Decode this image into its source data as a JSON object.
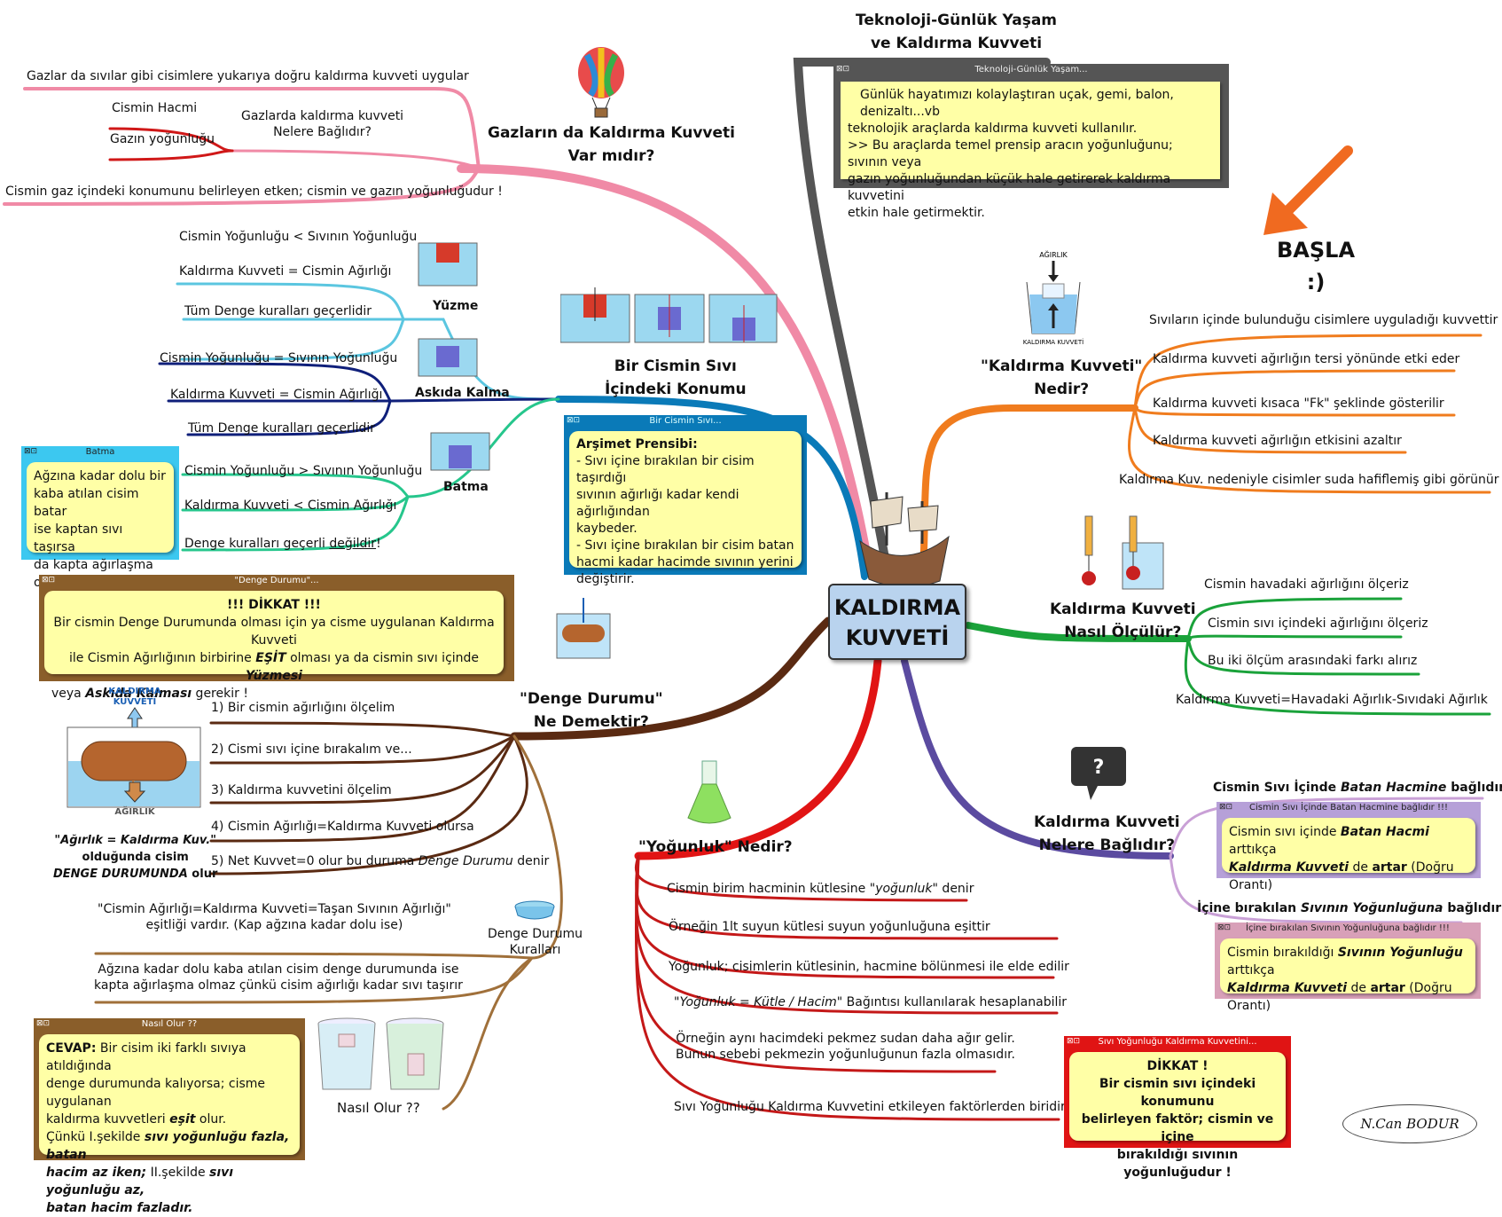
{
  "center": {
    "line1": "KALDIRMA",
    "line2": "KUVVETİ"
  },
  "start": {
    "label": "BAŞLA",
    "smiley": ":)"
  },
  "signature": "N.Can BODUR",
  "colors": {
    "pink": "#f08aa6",
    "gray": "#555555",
    "orange": "#f07c1e",
    "blue": "#0a7ab8",
    "green": "#1aa23a",
    "purple": "#5b4ba0",
    "red": "#e11414",
    "brown": "#5a2a12",
    "teal": "#5bc6e0",
    "navy": "#0f1f7a",
    "seagreen": "#26c68c",
    "lilac": "#c9a0d6",
    "ochre": "#a0703a",
    "darkred": "#c41818"
  },
  "gazlar": {
    "title1": "Gazların da Kaldırma Kuvveti",
    "title2": "Var mıdır?",
    "b1": "Gazlar da sıvılar gibi cisimlere yukarıya doğru kaldırma kuvveti uygular",
    "sub_title1": "Gazlarda kaldırma kuvveti",
    "sub_title2": "Nelere Bağlıdır?",
    "s1": "Cismin Hacmi",
    "s2": "Gazın yoğunluğu",
    "b3": "Cismin gaz içindeki konumunu belirleyen etken; cismin ve gazın yoğunluğudur !",
    "icon": "hot-air-balloon-icon"
  },
  "teknoloji": {
    "title1": "Teknoloji-Günlük Yaşam",
    "title2": "ve Kaldırma Kuvveti",
    "note_title": "Teknoloji-Günlük Yaşam...",
    "note1": "Günlük hayatımızı kolaylaştıran uçak, gemi, balon, denizaltı...vb",
    "note2": "teknolojik araçlarda kaldırma kuvveti kullanılır.",
    "note3": ">> Bu araçlarda temel prensip aracın yoğunluğunu; sıvının veya",
    "note4": "gazın yoğunluğundan küçük hale getirerek kaldırma kuvvetini",
    "note5": "etkin hale getirmektir.",
    "note6": "..."
  },
  "nedir": {
    "title1": "\"Kaldırma Kuvveti\"",
    "title2": "Nedir?",
    "fig_top": "AĞIRLIK",
    "fig_bottom": "KALDIRMA KUVVETİ",
    "items": [
      "Sıvıların içinde bulunduğu cisimlere uyguladığı kuvvettir",
      "Kaldırma kuvveti ağırlığın tersi yönünde etki eder",
      "Kaldırma kuvveti kısaca \"Fk\" şeklinde gösterilir",
      "Kaldırma kuvveti ağırlığın etkisini azaltır",
      "Kaldırma Kuv. nedeniyle cisimler suda hafiflemiş gibi görünür"
    ]
  },
  "konum": {
    "title1": "Bir Cismin Sıvı",
    "title2": "İçindeki Konumu",
    "yuzme": "Yüzme",
    "askida": "Askıda Kalma",
    "batma": "Batma",
    "y1": "Cismin Yoğunluğu < Sıvının Yoğunluğu",
    "y2": "Kaldırma Kuvveti = Cismin Ağırlığı",
    "y3": "Tüm Denge kuralları geçerlidir",
    "a1": "Cismin Yoğunluğu = Sıvının Yoğunluğu",
    "a2": "Kaldırma Kuvveti = Cismin Ağırlığı",
    "a3": "Tüm Denge kuralları geçerlidir",
    "t1": "Cismin Yoğunluğu > Sıvının Yoğunluğu",
    "t2": "Kaldırma Kuvveti < Cismin Ağırlığı",
    "t3a": "Denge kuralları geçerli ",
    "t3b": "değildir",
    "t3c": "!",
    "batma_note_title": "Batma",
    "batma_note": [
      "Ağzına kadar dolu bir",
      "kaba atılan cisim batar",
      "ise kaptan sıvı taşırsa",
      "da kapta ağırlaşma olur"
    ],
    "arsimet_title": "Bir Cismin Sıvı...",
    "arsimet_head": "Arşimet Prensibi:",
    "arsimet": [
      "- Sıvı içine bırakılan bir cisim taşırdığı",
      "sıvının ağırlığı kadar kendi ağırlığından",
      "kaybeder.",
      "- Sıvı içine bırakılan bir cisim batan",
      "hacmi kadar hacimde sıvının yerini",
      "değiştirir."
    ]
  },
  "olcum": {
    "title1": "Kaldırma Kuvveti",
    "title2": "Nasıl Ölçülür?",
    "items": [
      "Cismin havadaki ağırlığını ölçeriz",
      "Cismin sıvı içindeki ağırlığını ölçeriz",
      "Bu iki ölçüm arasındaki farkı alırız",
      "Kaldırma Kuvveti=Havadaki Ağırlık-Sıvıdaki Ağırlık"
    ]
  },
  "dikkat": {
    "note_title": "\"Denge Durumu\"...",
    "head": "!!! DİKKAT !!!",
    "l1": "Bir cismin Denge Durumunda olması için ya cisme uygulanan Kaldırma Kuvveti",
    "l2a": "ile Cismin Ağırlığının birbirine ",
    "l2b": "EŞİT",
    "l2c": " olması ya da cismin sıvı içinde ",
    "l2d": "Yüzmesi",
    "l3a": "veya ",
    "l3b": "Askıda Kalması",
    "l3c": " gerekir !"
  },
  "denge": {
    "title1": "\"Denge Durumu\"",
    "title2": "Ne Demektir?",
    "s1": "1) Bir cismin ağırlığını ölçelim",
    "s2": "2) Cismi sıvı içine bırakalım ve...",
    "s3": "3) Kaldırma kuvvetini ölçelim",
    "s4": "4) Cismin Ağırlığı=Kaldırma Kuvveti olursa",
    "s5a": "5) Net Kuvvet=0 olur bu duruma ",
    "s5b": "Denge Durumu",
    "s5c": " denir",
    "fig_kk1": "KALDIRMA",
    "fig_kk2": "KUVVETİ",
    "fig_ag": "AĞIRLIK",
    "cap1": "\"Ağırlık = Kaldırma Kuv.\"",
    "cap2": "olduğunda cisim",
    "cap3a": "DENGE DURUMUNDA",
    "cap3b": " olur",
    "small_fig": "kaldırma kuvveti"
  },
  "kurallar": {
    "title1": "Denge Durumu",
    "title2": "Kuralları",
    "k1a": "\"Cismin Ağırlığı=Kaldırma Kuvveti=Taşan Sıvının Ağırlığı\"",
    "k1b": "eşitliği vardır. (Kap ağzına kadar dolu ise)",
    "k2a": "Ağzına kadar dolu kaba atılan cisim denge durumunda ise",
    "k2b": "kapta ağırlaşma olmaz çünkü cisim ağırlığı kadar sıvı taşırır",
    "nasil": "Nasıl Olur ??",
    "note_title": "Nasıl Olur ??",
    "n1a": "CEVAP:",
    "n1b": " Bir cisim iki farklı sıvıya atıldığında",
    "n2": "denge durumunda kalıyorsa; cisme uygulanan",
    "n3a": "kaldırma kuvvetleri ",
    "n3b": "eşit",
    "n3c": " olur.",
    "n4a": "Çünkü I.şekilde ",
    "n4b": "sıvı yoğunluğu fazla, batan",
    "n5a": "hacim az iken;",
    "n5b": " II.şekilde ",
    "n5c": "sıvı yoğunluğu az,",
    "n6": "batan hacim fazladır."
  },
  "yogunluk": {
    "title": "\"Yoğunluk\" Nedir?",
    "i1a": "Cismin birim hacminin kütlesine \"",
    "i1b": "yoğunluk",
    "i1c": "\" denir",
    "i2": "Örneğin 1lt suyun kütlesi suyun yoğunluğuna eşittir",
    "i3": "Yoğunluk; cisimlerin kütlesinin, hacmine bölünmesi ile elde edilir",
    "i4a": "\"Yoğunluk = Kütle / Hacim\"",
    "i4b": "  Bağıntısı kullanılarak hesaplanabilir",
    "i5a": "Örneğin aynı hacimdeki pekmez sudan daha ağır gelir.",
    "i5b": "Bunun sebebi pekmezin yoğunluğunun fazla olmasıdır.",
    "i6": "Sıvı Yoğunluğu Kaldırma Kuvvetini etkileyen faktörlerden biridir.",
    "note_title": "Sıvı Yoğunluğu Kaldırma Kuvvetini...",
    "n1": "DİKKAT !",
    "n2": "Bir cismin sıvı içindeki konumunu",
    "n3": "belirleyen faktör; cismin ve içine",
    "n4": "bırakıldığı sıvının yoğunluğudur !"
  },
  "baglidir": {
    "title1": "Kaldırma Kuvveti",
    "title2": "Nelere Bağlıdır?",
    "h1a": "Cismin Sıvı İçinde ",
    "h1b": "Batan Hacmine",
    "h1c": " bağlıdır !!!",
    "n1_title": "Cismin Sıvı İçinde Batan Hacmine bağlıdır !!!",
    "n1a": "Cismin sıvı içinde ",
    "n1b": "Batan Hacmi",
    "n1c": " arttıkça",
    "n1d": "Kaldırma Kuvveti",
    "n1e": " de ",
    "n1f": "artar",
    "n1g": " (Doğru Orantı)",
    "h2a": "İçine bırakılan ",
    "h2b": "Sıvının Yoğunluğuna",
    "h2c": " bağlıdır !!!",
    "n2_title": "İçine bırakılan Sıvının Yoğunluğuna bağlıdır !!!",
    "n2a": "Cismin bırakıldığı ",
    "n2b": "Sıvının Yoğunluğu",
    "n2c": " arttıkça",
    "n2d": "Kaldırma Kuvveti",
    "n2e": " de ",
    "n2f": "artar",
    "n2g": " (Doğru Orantı)",
    "icon": "question-mark-icon"
  }
}
